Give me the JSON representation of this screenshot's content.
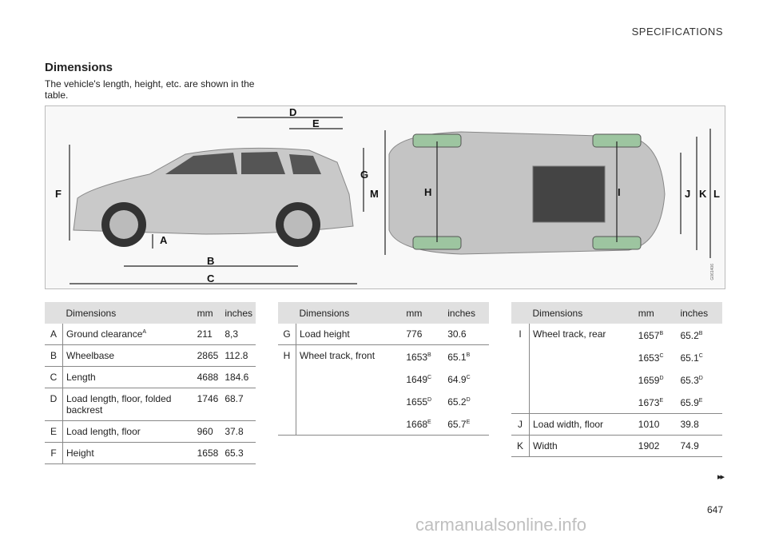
{
  "header": {
    "section": "SPECIFICATIONS"
  },
  "title": "Dimensions",
  "intro": "The vehicle's length, height, etc. are shown in the table.",
  "figure": {
    "code": "G061406",
    "labels": [
      "A",
      "B",
      "C",
      "D",
      "E",
      "F",
      "G",
      "H",
      "I",
      "J",
      "K",
      "L",
      "M"
    ]
  },
  "columns": {
    "key": "",
    "dim": "Dimensions",
    "mm": "mm",
    "inches": "inches"
  },
  "table1": [
    {
      "key": "A",
      "name": "Ground clearance",
      "sup": "A",
      "mm": "211",
      "in": "8,3"
    },
    {
      "key": "B",
      "name": "Wheelbase",
      "mm": "2865",
      "in": "112.8"
    },
    {
      "key": "C",
      "name": "Length",
      "mm": "4688",
      "in": "184.6"
    },
    {
      "key": "D",
      "name": "Load length, floor, folded backrest",
      "mm": "1746",
      "in": "68.7"
    },
    {
      "key": "E",
      "name": "Load length, floor",
      "mm": "960",
      "in": "37.8"
    },
    {
      "key": "F",
      "name": "Height",
      "mm": "1658",
      "in": "65.3"
    }
  ],
  "table2": [
    {
      "key": "G",
      "name": "Load height",
      "mm": "776",
      "in": "30.6"
    },
    {
      "key": "H",
      "name": "Wheel track, front",
      "multi": [
        [
          "1653",
          "B",
          "65.1"
        ],
        [
          "1649",
          "C",
          "64.9"
        ],
        [
          "1655",
          "D",
          "65.2"
        ],
        [
          "1668",
          "E",
          "65.7"
        ]
      ]
    }
  ],
  "table3": [
    {
      "key": "I",
      "name": "Wheel track, rear",
      "multi": [
        [
          "1657",
          "B",
          "65.2"
        ],
        [
          "1653",
          "C",
          "65.1"
        ],
        [
          "1659",
          "D",
          "65.3"
        ],
        [
          "1673",
          "E",
          "65.9"
        ]
      ]
    },
    {
      "key": "J",
      "name": "Load width, floor",
      "mm": "1010",
      "in": "39.8"
    },
    {
      "key": "K",
      "name": "Width",
      "mm": "1902",
      "in": "74.9"
    }
  ],
  "footer": {
    "continue": "▸▸",
    "page": "647",
    "watermark": "carmanualsonline.info"
  }
}
